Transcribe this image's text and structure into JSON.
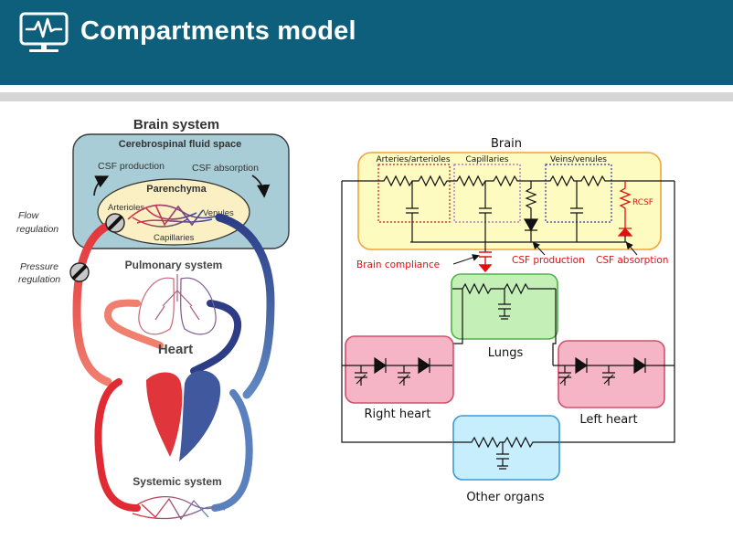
{
  "header": {
    "title": "Compartments model",
    "icon": "monitor-heartbeat-icon"
  },
  "physiology": {
    "brain_system": "Brain system",
    "csf_space": "Cerebrospinal fluid space",
    "csf_production": "CSF production",
    "csf_absorption": "CSF absorption",
    "parenchyma": "Parenchyma",
    "arterioles": "Arterioles",
    "venules": "Venules",
    "capillaries": "Capillaries",
    "flow_regulation_1": "Flow",
    "flow_regulation_2": "regulation",
    "pressure_regulation_1": "Pressure",
    "pressure_regulation_2": "regulation",
    "pulmonary_system": "Pulmonary system",
    "heart": "Heart",
    "systemic_system": "Systemic system"
  },
  "circuit": {
    "brain": "Brain",
    "arteries_arterioles": "Arteries/arterioles",
    "capillaries": "Capillaries",
    "veins_venules": "Veins/venules",
    "rcsf": "RCSF",
    "brain_compliance": "Brain compliance",
    "csf_production": "CSF production",
    "csf_absorption": "CSF absorption",
    "lungs": "Lungs",
    "right_heart": "Right heart",
    "left_heart": "Left heart",
    "other_organs": "Other organs"
  },
  "colors": {
    "header_bg": "#0d5f7c",
    "csf_box": "#a9cdd6",
    "parenchyma": "#fbf0c4",
    "artery": "#e0353b",
    "vein": "#3b4f9a",
    "brain_box": "#fdfbc0",
    "lungs_box": "#c4f0b8",
    "heart_box": "#f6b5c6",
    "organs_box": "#c7eefc",
    "red_label": "#e01010"
  }
}
